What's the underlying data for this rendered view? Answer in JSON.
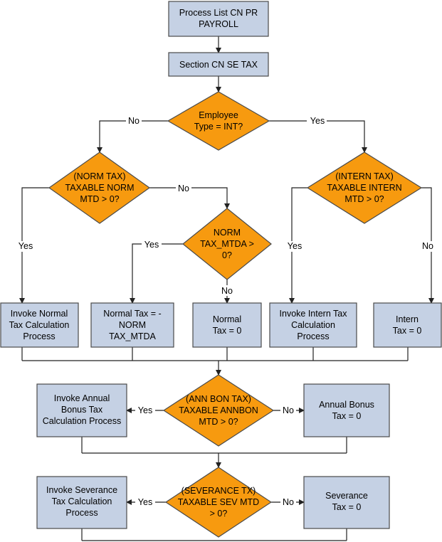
{
  "nodes": {
    "process_list": [
      "Process List CN PR",
      "PAYROLL"
    ],
    "section": [
      "Section CN SE TAX"
    ],
    "employee_type": [
      "Employee",
      "Type = INT?"
    ],
    "norm_tax": [
      "(NORM TAX)",
      "TAXABLE NORM",
      "MTD > 0?"
    ],
    "intern_tax": [
      "(INTERN TAX)",
      "TAXABLE INTERN",
      "MTD > 0?"
    ],
    "norm_mtda": [
      "NORM",
      "TAX_MTDA >",
      "0?"
    ],
    "invoke_normal": [
      "Invoke Normal",
      "Tax Calculation",
      "Process"
    ],
    "normal_tax_neg": [
      "Normal Tax = -",
      "NORM",
      "TAX_MTDA"
    ],
    "normal_tax_zero": [
      "Normal",
      "Tax = 0"
    ],
    "invoke_intern": [
      "Invoke Intern Tax",
      "Calculation",
      "Process"
    ],
    "intern_tax_zero": [
      "Intern",
      "Tax = 0"
    ],
    "ann_bon": [
      "(ANN BON TAX)",
      "TAXABLE ANNBON",
      "MTD > 0?"
    ],
    "invoke_annual": [
      "Invoke Annual",
      "Bonus Tax",
      "Calculation Process"
    ],
    "annual_zero": [
      "Annual Bonus",
      "Tax = 0"
    ],
    "severance": [
      "(SEVERANCE TX)",
      "TAXABLE SEV MTD",
      "> 0?"
    ],
    "invoke_severance": [
      "Invoke Severance",
      "Tax Calculation",
      "Process"
    ],
    "severance_zero": [
      "Severance",
      "Tax = 0"
    ]
  },
  "edge_labels": {
    "emp_no": "No",
    "emp_yes": "Yes",
    "norm_no": "No",
    "norm_yes": "Yes",
    "mtda_yes": "Yes",
    "mtda_no": "No",
    "intern_yes": "Yes",
    "intern_no": "No",
    "ann_yes": "Yes",
    "ann_no": "No",
    "sev_yes": "Yes",
    "sev_no": "No"
  },
  "colors": {
    "process_fill": "#c5d1e4",
    "decision_fill": "#f79a0f",
    "line": "#222222"
  }
}
